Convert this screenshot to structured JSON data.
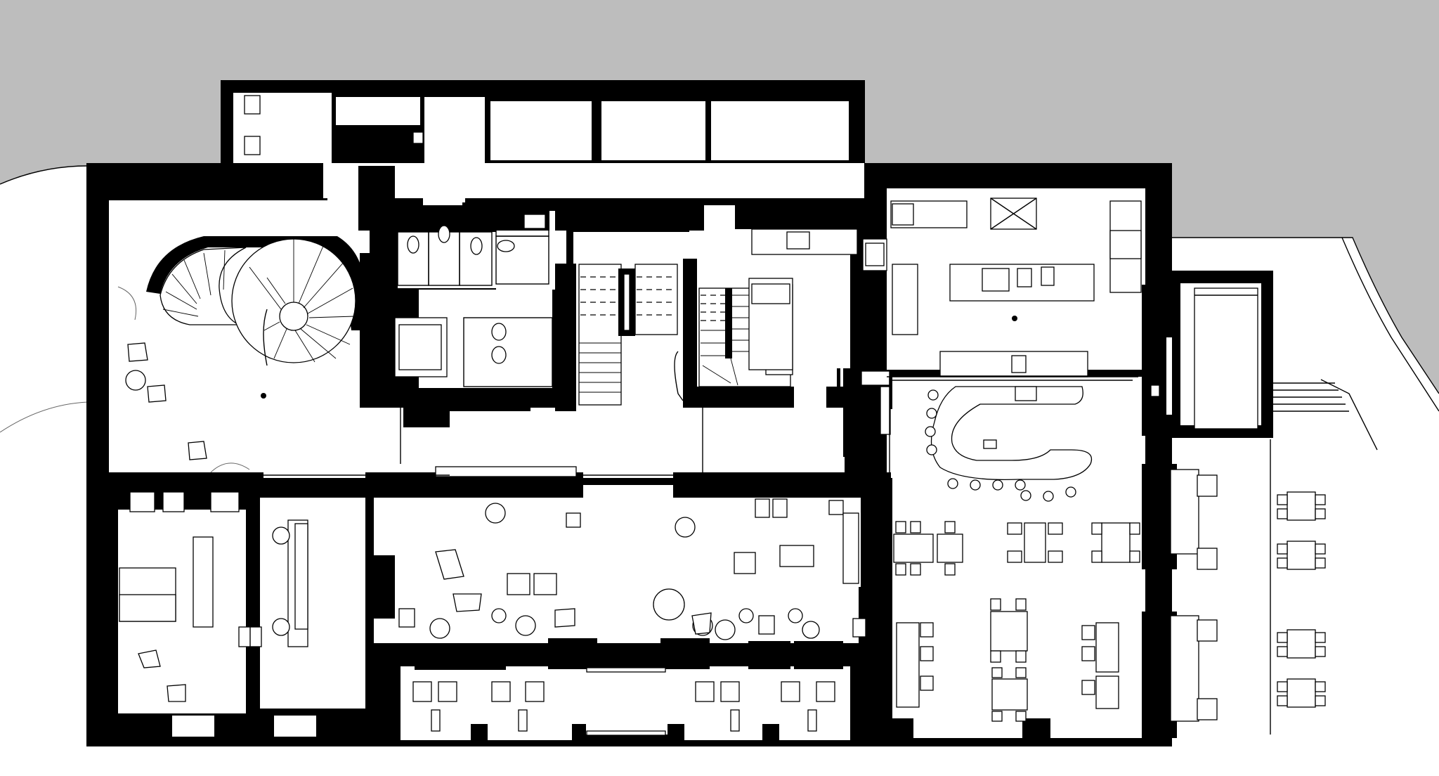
{
  "view": {
    "type": "architectural floor plan",
    "colors": {
      "background": "#bdbdbd",
      "wall": "#000000",
      "floor": "#ffffff",
      "line": "#000000"
    }
  },
  "spaces": [
    "spiral-stair-lobby",
    "restrooms",
    "main-stair",
    "secondary-stair",
    "kitchen",
    "bar",
    "dining-hall",
    "lounge",
    "office",
    "terrace"
  ]
}
